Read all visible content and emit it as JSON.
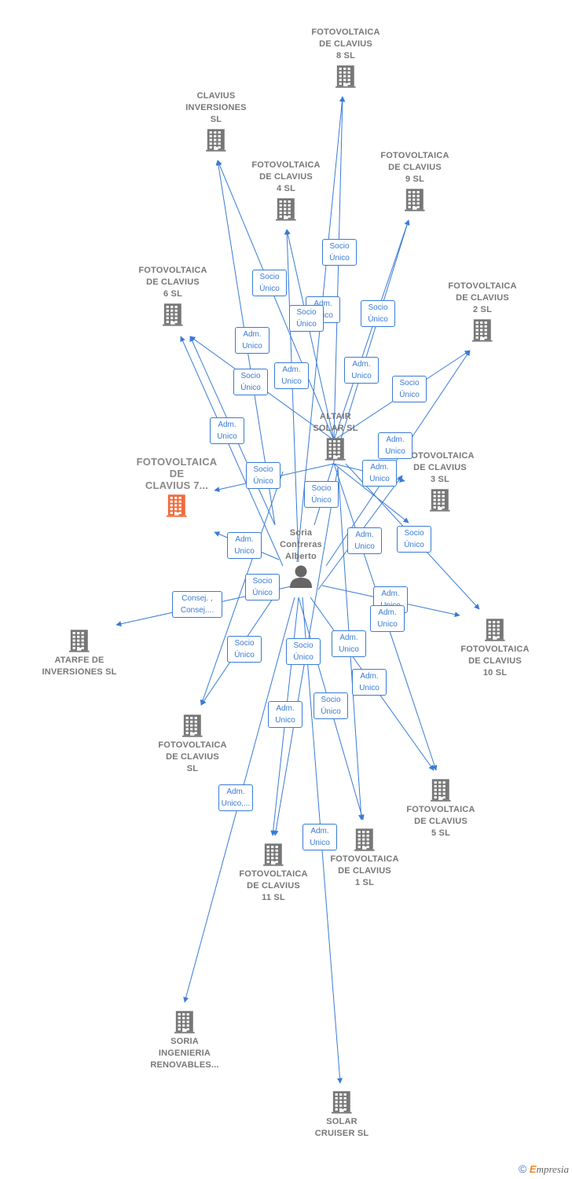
{
  "colors": {
    "edge": "#3a7bd5",
    "node": "#777777",
    "highlight": "#f26b3a"
  },
  "nodes": [
    {
      "id": "fv8",
      "type": "company",
      "lines": [
        "FOTOVOLTAICA",
        "DE CLAVIUS",
        "8  SL"
      ],
      "label_pos": "top"
    },
    {
      "id": "clav",
      "type": "company",
      "lines": [
        "CLAVIUS",
        "INVERSIONES",
        "SL"
      ],
      "label_pos": "top"
    },
    {
      "id": "fv4",
      "type": "company",
      "lines": [
        "FOTOVOLTAICA",
        "DE CLAVIUS",
        "4  SL"
      ],
      "label_pos": "top"
    },
    {
      "id": "fv9",
      "type": "company",
      "lines": [
        "FOTOVOLTAICA",
        "DE CLAVIUS",
        "9  SL"
      ],
      "label_pos": "top"
    },
    {
      "id": "fv6",
      "type": "company",
      "lines": [
        "FOTOVOLTAICA",
        "DE CLAVIUS",
        "6  SL"
      ],
      "label_pos": "top"
    },
    {
      "id": "fv2",
      "type": "company",
      "lines": [
        "FOTOVOLTAICA",
        "DE CLAVIUS",
        "2  SL"
      ],
      "label_pos": "top"
    },
    {
      "id": "altair",
      "type": "company",
      "lines": [
        "ALTAIR",
        "SOLAR SL"
      ],
      "label_pos": "top"
    },
    {
      "id": "fv7",
      "type": "company",
      "main": true,
      "lines": [
        "FOTOVOLTAICA",
        "DE",
        "CLAVIUS 7..."
      ],
      "label_pos": "top"
    },
    {
      "id": "fv3",
      "type": "company",
      "lines": [
        "FOTOVOLTAICA",
        "DE CLAVIUS",
        "3  SL"
      ],
      "label_pos": "top"
    },
    {
      "id": "soria",
      "type": "person",
      "lines": [
        "Soria",
        "Contreras",
        "Alberto"
      ],
      "label_pos": "top"
    },
    {
      "id": "atarfe",
      "type": "company",
      "lines": [
        "ATARFE DE",
        "INVERSIONES SL"
      ],
      "label_pos": "bottom"
    },
    {
      "id": "fv10",
      "type": "company",
      "lines": [
        "FOTOVOLTAICA",
        "DE CLAVIUS",
        "10  SL"
      ],
      "label_pos": "bottom"
    },
    {
      "id": "fvsl",
      "type": "company",
      "lines": [
        "FOTOVOLTAICA",
        "DE CLAVIUS",
        "SL"
      ],
      "label_pos": "bottom"
    },
    {
      "id": "fv5",
      "type": "company",
      "lines": [
        "FOTOVOLTAICA",
        "DE CLAVIUS",
        "5  SL"
      ],
      "label_pos": "bottom"
    },
    {
      "id": "fv1",
      "type": "company",
      "lines": [
        "FOTOVOLTAICA",
        "DE CLAVIUS",
        "1  SL"
      ],
      "label_pos": "bottom"
    },
    {
      "id": "fv11",
      "type": "company",
      "lines": [
        "FOTOVOLTAICA",
        "DE CLAVIUS",
        "11  SL"
      ],
      "label_pos": "bottom"
    },
    {
      "id": "sir",
      "type": "company",
      "lines": [
        "SORIA",
        "INGENIERIA",
        "RENOVABLES..."
      ],
      "label_pos": "bottom"
    },
    {
      "id": "scr",
      "type": "company",
      "lines": [
        "SOLAR",
        "CRUISER  SL"
      ],
      "label_pos": "bottom"
    }
  ],
  "badges": [
    {
      "lines": [
        "Socio",
        "Único"
      ]
    },
    {
      "lines": [
        "Socio",
        "Único"
      ]
    },
    {
      "lines": [
        "Adm.",
        "Unico"
      ]
    },
    {
      "lines": [
        "Socio",
        "Único"
      ]
    },
    {
      "lines": [
        "Socio",
        "Único"
      ]
    },
    {
      "lines": [
        "Adm.",
        "Unico"
      ]
    },
    {
      "lines": [
        "Adm.",
        "Unico"
      ]
    },
    {
      "lines": [
        "Socio",
        "Único"
      ]
    },
    {
      "lines": [
        "Adm.",
        "Unico"
      ]
    },
    {
      "lines": [
        "Socio",
        "Único"
      ]
    },
    {
      "lines": [
        "Adm.",
        "Unico"
      ]
    },
    {
      "lines": [
        "Adm.",
        "Unico"
      ]
    },
    {
      "lines": [
        "Socio",
        "Único"
      ]
    },
    {
      "lines": [
        "Adm.",
        "Unico"
      ]
    },
    {
      "lines": [
        "Socio",
        "Único"
      ]
    },
    {
      "lines": [
        "Adm.",
        "Unico"
      ]
    },
    {
      "lines": [
        "Adm.",
        "Unico"
      ]
    },
    {
      "lines": [
        "Socio",
        "Único"
      ]
    },
    {
      "lines": [
        "Consej. ,",
        "Consej...."
      ]
    },
    {
      "lines": [
        "Socio",
        "Único"
      ]
    },
    {
      "lines": [
        "Adm.",
        "Unico"
      ]
    },
    {
      "lines": [
        "Adm.",
        "Unico"
      ]
    },
    {
      "lines": [
        "Socio",
        "Único"
      ]
    },
    {
      "lines": [
        "Socio",
        "Único"
      ]
    },
    {
      "lines": [
        "Adm.",
        "Unico"
      ]
    },
    {
      "lines": [
        "Socio",
        "Único"
      ]
    },
    {
      "lines": [
        "Adm.",
        "Unico"
      ]
    },
    {
      "lines": [
        "Adm.",
        "Unico"
      ]
    },
    {
      "lines": [
        "Adm.",
        "Unico,..."
      ]
    },
    {
      "lines": [
        "Adm.",
        "Unico"
      ]
    }
  ],
  "copyright": {
    "symbol": "©",
    "brand_initial": "E",
    "brand_rest": "mpresia"
  }
}
